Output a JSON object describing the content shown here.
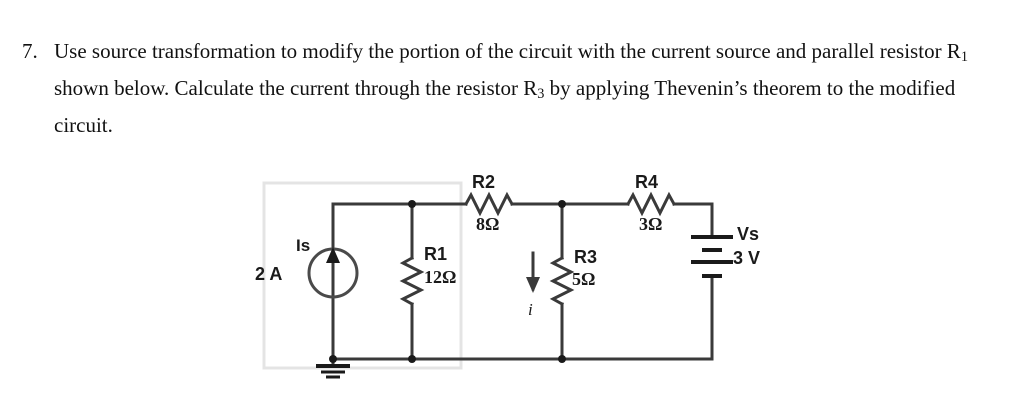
{
  "problem": {
    "number": "7.",
    "text_parts": [
      "Use source transformation to modify the portion of the circuit with the current source and parallel resistor R",
      "1",
      " shown below. Calculate the current through the resistor R",
      "3",
      " by applying Thevenin’s theorem to the modified circuit."
    ],
    "full_text": "Use source transformation to modify the portion of the circuit with the current source and parallel resistor R1 shown below. Calculate the current through the resistor R3 by applying Thevenin’s theorem to the modified circuit."
  },
  "circuit": {
    "title": "source-transformation-circuit",
    "selection_box": {
      "present": true,
      "color": "#e3e3e3"
    },
    "wire_color": "#3a3a3a",
    "components": [
      {
        "id": "Is",
        "type": "current-source",
        "name_label": "Is",
        "value_label": "2 A",
        "arrow_direction": "up"
      },
      {
        "id": "R1",
        "type": "resistor-vertical",
        "name_label": "R1",
        "value_label": "12Ω"
      },
      {
        "id": "R2",
        "type": "resistor-horizontal",
        "name_label": "R2",
        "value_label": "8Ω"
      },
      {
        "id": "R3",
        "type": "resistor-vertical",
        "name_label": "R3",
        "value_label": "5Ω"
      },
      {
        "id": "R4",
        "type": "resistor-horizontal",
        "name_label": "R4",
        "value_label": "3Ω"
      },
      {
        "id": "Vs",
        "type": "battery",
        "name_label": "Vs",
        "value_label": "3 V"
      },
      {
        "id": "i",
        "type": "current-arrow",
        "name_label": "i",
        "arrow_direction": "down"
      },
      {
        "id": "GND",
        "type": "ground-symbol",
        "name_label": "ground"
      }
    ],
    "labels": {
      "is_name": "Is",
      "is_value": "2 A",
      "r1_name": "R1",
      "r1_value": "12Ω",
      "r2_name": "R2",
      "r2_value": "8Ω",
      "r3_name": "R3",
      "r3_value": "5Ω",
      "r4_name": "R4",
      "r4_value": "3Ω",
      "vs_name": "Vs",
      "vs_value": "3 V",
      "current_i": "i"
    }
  }
}
